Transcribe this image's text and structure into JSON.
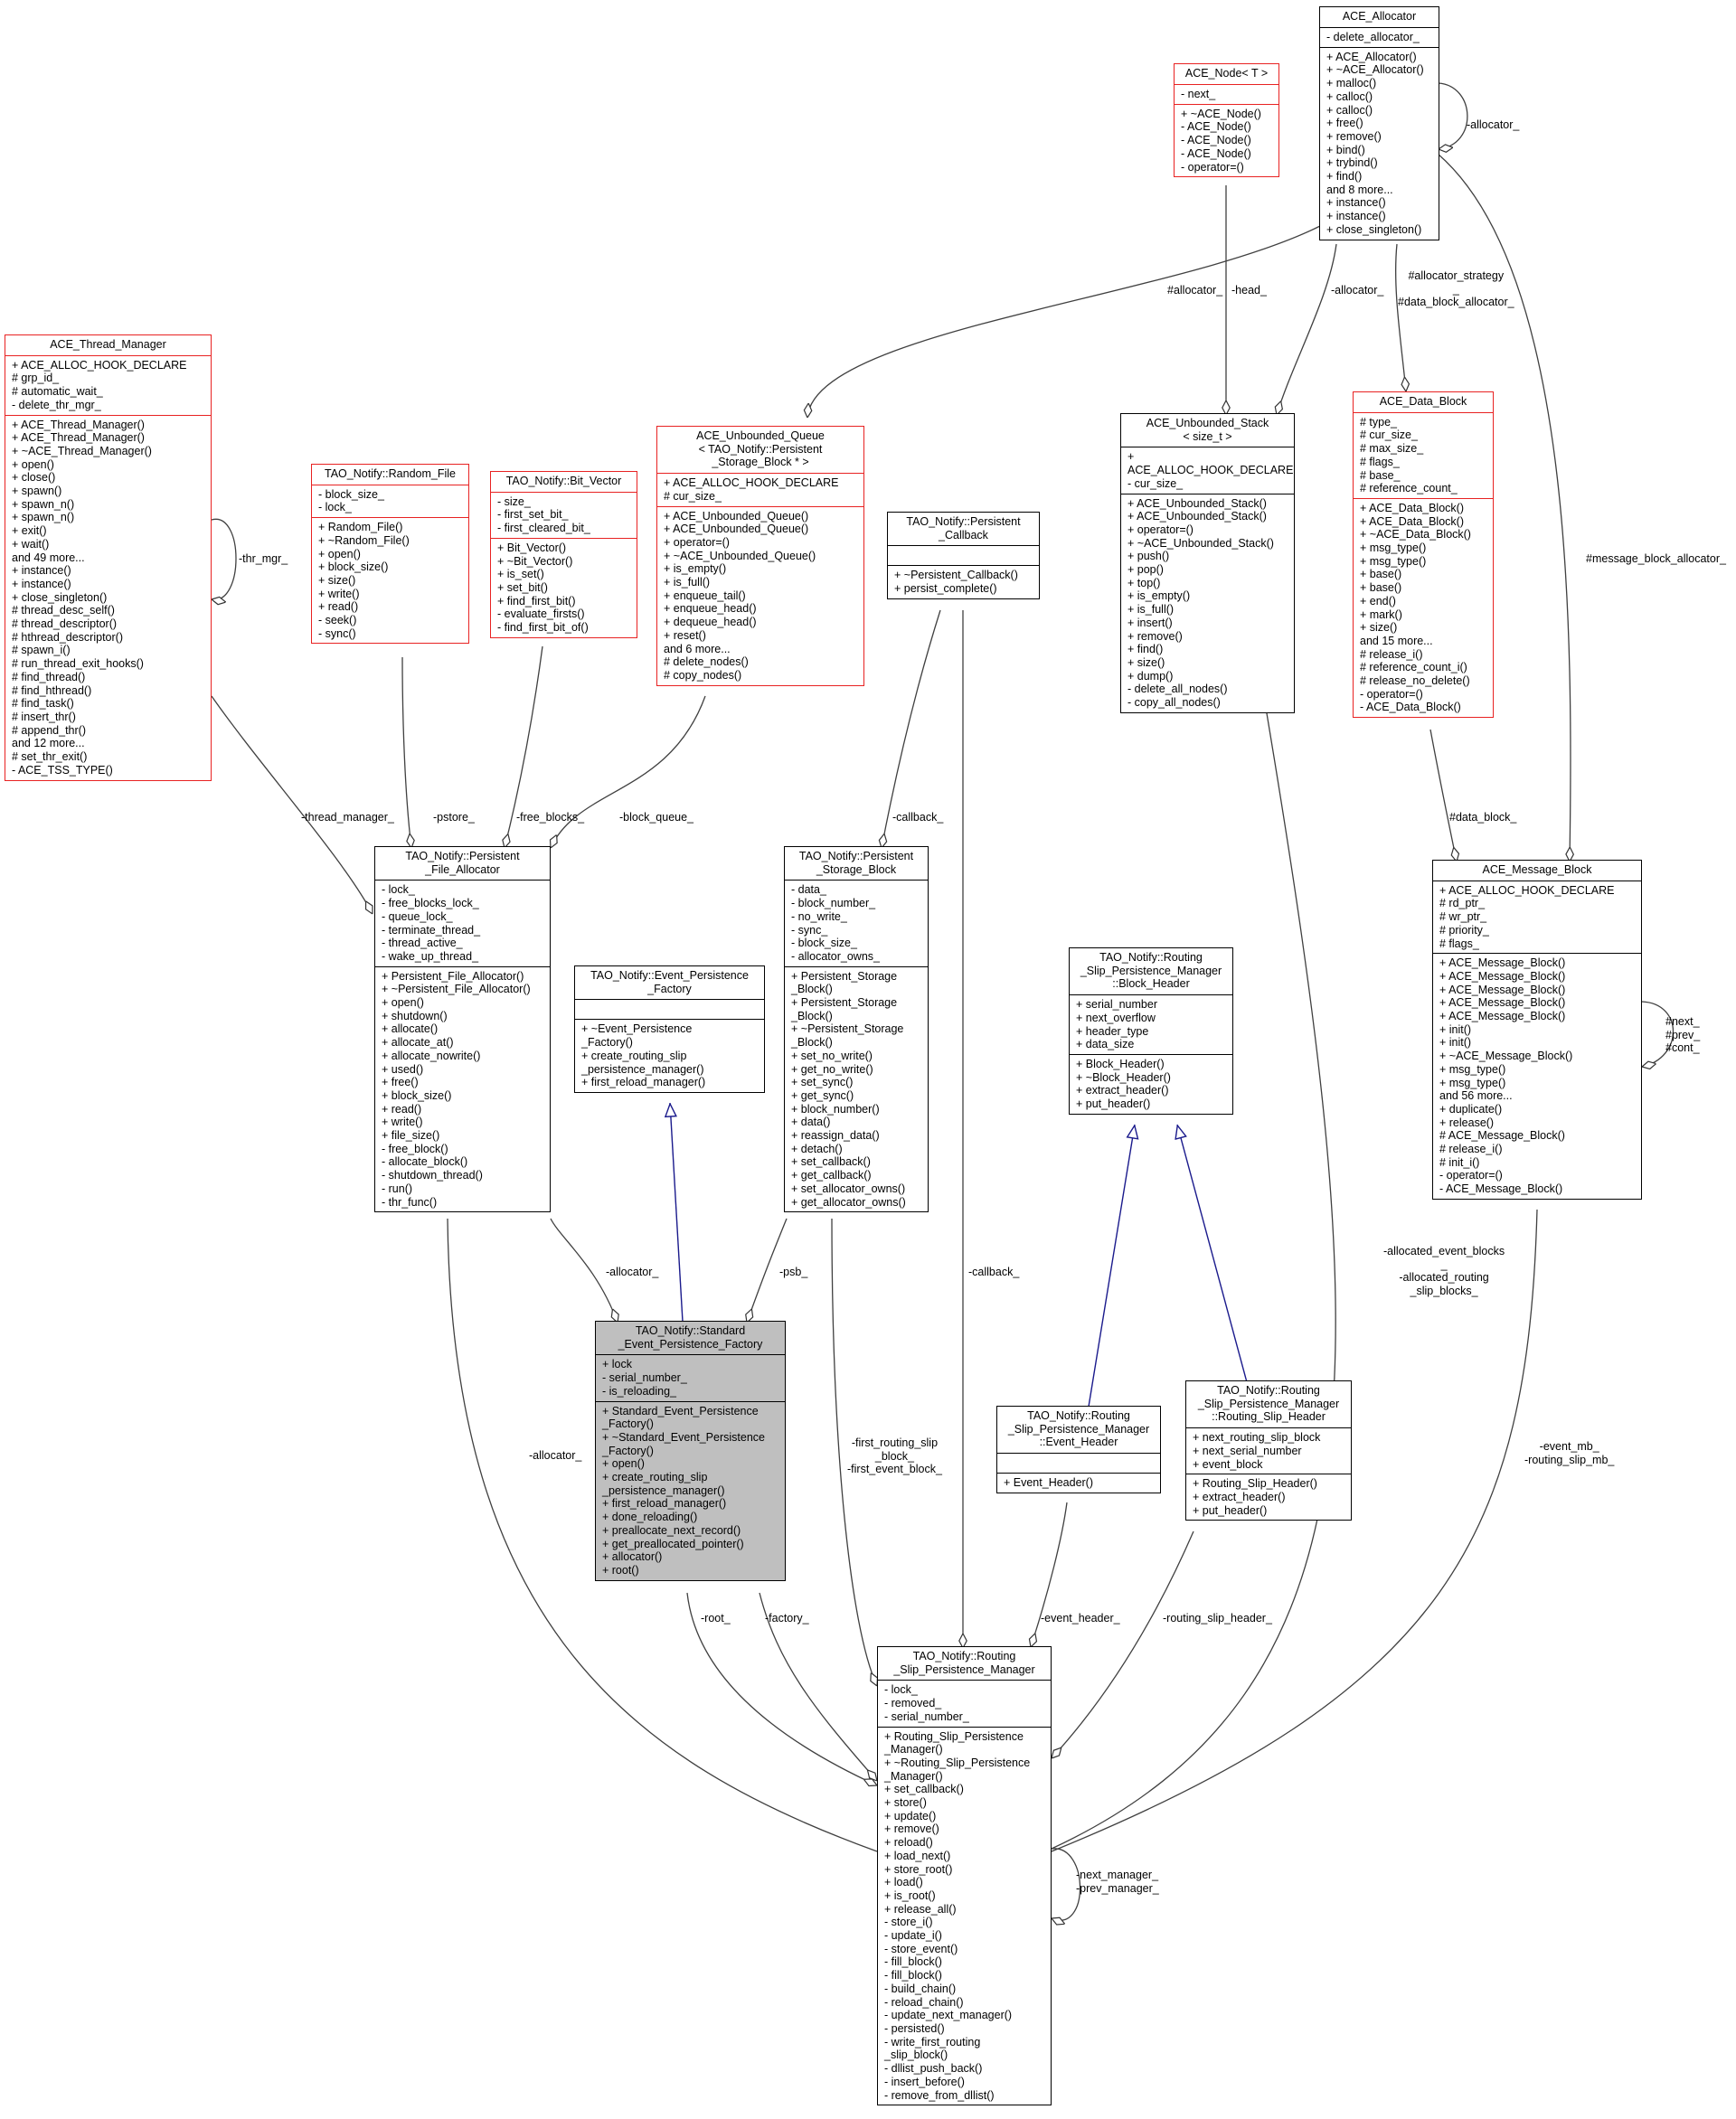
{
  "colors": {
    "regular": "#000000",
    "incomplete_border": "#e82222",
    "focus_fill": "#bfbfbf",
    "inheritance_edge": "#1a1a8c",
    "association_edge": "#404040"
  },
  "classes": {
    "ace_allocator": {
      "title": "ACE_Allocator",
      "attributes": [
        "- delete_allocator_"
      ],
      "methods": [
        "+ ACE_Allocator()",
        "+ ~ACE_Allocator()",
        "+ malloc()",
        "+ calloc()",
        "+ calloc()",
        "+ free()",
        "+ remove()",
        "+ bind()",
        "+ trybind()",
        "+ find()",
        "and 8 more...",
        "+ instance()",
        "+ instance()",
        "+ close_singleton()"
      ]
    },
    "ace_node": {
      "title": "ACE_Node< T >",
      "attributes": [
        "- next_"
      ],
      "methods": [
        "+ ~ACE_Node()",
        "- ACE_Node()",
        "- ACE_Node()",
        "- ACE_Node()",
        "- operator=()"
      ]
    },
    "ace_thread_manager": {
      "title": "ACE_Thread_Manager",
      "attributes": [
        "+ ACE_ALLOC_HOOK_DECLARE",
        "# grp_id_",
        "# automatic_wait_",
        "- delete_thr_mgr_"
      ],
      "methods": [
        "+ ACE_Thread_Manager()",
        "+ ACE_Thread_Manager()",
        "+ ~ACE_Thread_Manager()",
        "+ open()",
        "+ close()",
        "+ spawn()",
        "+ spawn_n()",
        "+ spawn_n()",
        "+ exit()",
        "+ wait()",
        "and 49 more...",
        "+ instance()",
        "+ instance()",
        "+ close_singleton()",
        "# thread_desc_self()",
        "# thread_descriptor()",
        "# hthread_descriptor()",
        "# spawn_i()",
        "# run_thread_exit_hooks()",
        "# find_thread()",
        "# find_hthread()",
        "# find_task()",
        "# insert_thr()",
        "# append_thr()",
        "and 12 more...",
        "# set_thr_exit()",
        "- ACE_TSS_TYPE()"
      ]
    },
    "random_file": {
      "title": "TAO_Notify::Random_File",
      "attributes": [
        "- block_size_",
        "- lock_"
      ],
      "methods": [
        "+ Random_File()",
        "+ ~Random_File()",
        "+ open()",
        "+ block_size()",
        "+ size()",
        "+ write()",
        "+ read()",
        "- seek()",
        "- sync()"
      ]
    },
    "bit_vector": {
      "title": "TAO_Notify::Bit_Vector",
      "attributes": [
        "- size_",
        "- first_set_bit_",
        "- first_cleared_bit_"
      ],
      "methods": [
        "+ Bit_Vector()",
        "+ ~Bit_Vector()",
        "+ is_set()",
        "+ set_bit()",
        "+ find_first_bit()",
        "- evaluate_firsts()",
        "- find_first_bit_of()"
      ]
    },
    "unbounded_queue": {
      "title": "ACE_Unbounded_Queue\n< TAO_Notify::Persistent\n_Storage_Block * >",
      "attributes": [
        "+ ACE_ALLOC_HOOK_DECLARE",
        "# cur_size_"
      ],
      "methods": [
        "+ ACE_Unbounded_Queue()",
        "+ ACE_Unbounded_Queue()",
        "+ operator=()",
        "+ ~ACE_Unbounded_Queue()",
        "+ is_empty()",
        "+ is_full()",
        "+ enqueue_tail()",
        "+ enqueue_head()",
        "+ dequeue_head()",
        "+ reset()",
        "and 6 more...",
        "# delete_nodes()",
        "# copy_nodes()"
      ]
    },
    "persistent_callback": {
      "title": "TAO_Notify::Persistent\n_Callback",
      "attributes": [],
      "methods": [
        "+ ~Persistent_Callback()",
        "+ persist_complete()"
      ]
    },
    "unbounded_stack": {
      "title": "ACE_Unbounded_Stack\n< size_t >",
      "attributes": [
        "+ ACE_ALLOC_HOOK_DECLARE",
        "- cur_size_"
      ],
      "methods": [
        "+ ACE_Unbounded_Stack()",
        "+ ACE_Unbounded_Stack()",
        "+ operator=()",
        "+ ~ACE_Unbounded_Stack()",
        "+ push()",
        "+ pop()",
        "+ top()",
        "+ is_empty()",
        "+ is_full()",
        "+ insert()",
        "+ remove()",
        "+ find()",
        "+ size()",
        "+ dump()",
        "- delete_all_nodes()",
        "- copy_all_nodes()"
      ]
    },
    "data_block": {
      "title": "ACE_Data_Block",
      "attributes": [
        "# type_",
        "# cur_size_",
        "# max_size_",
        "# flags_",
        "# base_",
        "# reference_count_"
      ],
      "methods": [
        "+ ACE_Data_Block()",
        "+ ACE_Data_Block()",
        "+ ~ACE_Data_Block()",
        "+ msg_type()",
        "+ msg_type()",
        "+ base()",
        "+ base()",
        "+ end()",
        "+ mark()",
        "+ size()",
        "and 15 more...",
        "# release_i()",
        "# reference_count_i()",
        "# release_no_delete()",
        "- operator=()",
        "- ACE_Data_Block()"
      ]
    },
    "file_allocator": {
      "title": "TAO_Notify::Persistent\n_File_Allocator",
      "attributes": [
        "- lock_",
        "- free_blocks_lock_",
        "- queue_lock_",
        "- terminate_thread_",
        "- thread_active_",
        "- wake_up_thread_"
      ],
      "methods": [
        "+ Persistent_File_Allocator()",
        "+ ~Persistent_File_Allocator()",
        "+ open()",
        "+ shutdown()",
        "+ allocate()",
        "+ allocate_at()",
        "+ allocate_nowrite()",
        "+ used()",
        "+ free()",
        "+ block_size()",
        "+ read()",
        "+ write()",
        "+ file_size()",
        "- free_block()",
        "- allocate_block()",
        "- shutdown_thread()",
        "- run()",
        "- thr_func()"
      ]
    },
    "storage_block": {
      "title": "TAO_Notify::Persistent\n_Storage_Block",
      "attributes": [
        "- data_",
        "- block_number_",
        "- no_write_",
        "- sync_",
        "- block_size_",
        "- allocator_owns_"
      ],
      "methods": [
        "+ Persistent_Storage\n_Block()",
        "+ Persistent_Storage\n_Block()",
        "+ ~Persistent_Storage\n_Block()",
        "+ set_no_write()",
        "+ get_no_write()",
        "+ set_sync()",
        "+ get_sync()",
        "+ block_number()",
        "+ data()",
        "+ reassign_data()",
        "+ detach()",
        "+ set_callback()",
        "+ get_callback()",
        "+ set_allocator_owns()",
        "+ get_allocator_owns()"
      ]
    },
    "event_persistence_factory": {
      "title": "TAO_Notify::Event_Persistence\n_Factory",
      "attributes": [],
      "methods": [
        "+ ~Event_Persistence\n_Factory()",
        "+ create_routing_slip\n_persistence_manager()",
        "+ first_reload_manager()"
      ]
    },
    "block_header": {
      "title": "TAO_Notify::Routing\n_Slip_Persistence_Manager\n::Block_Header",
      "attributes": [
        "+ serial_number",
        "+ next_overflow",
        "+ header_type",
        "+ data_size"
      ],
      "methods": [
        "+ Block_Header()",
        "+ ~Block_Header()",
        "+ extract_header()",
        "+ put_header()"
      ]
    },
    "message_block": {
      "title": "ACE_Message_Block",
      "attributes": [
        "+ ACE_ALLOC_HOOK_DECLARE",
        "# rd_ptr_",
        "# wr_ptr_",
        "# priority_",
        "# flags_"
      ],
      "methods": [
        "+ ACE_Message_Block()",
        "+ ACE_Message_Block()",
        "+ ACE_Message_Block()",
        "+ ACE_Message_Block()",
        "+ ACE_Message_Block()",
        "+ init()",
        "+ init()",
        "+ ~ACE_Message_Block()",
        "+ msg_type()",
        "+ msg_type()",
        "and 56 more...",
        "+ duplicate()",
        "+ release()",
        "# ACE_Message_Block()",
        "# release_i()",
        "# init_i()",
        "- operator=()",
        "- ACE_Message_Block()"
      ]
    },
    "standard_factory": {
      "title": "TAO_Notify::Standard\n_Event_Persistence_Factory",
      "attributes": [
        "+ lock",
        "- serial_number_",
        "- is_reloading_"
      ],
      "methods": [
        "+ Standard_Event_Persistence\n_Factory()",
        "+ ~Standard_Event_Persistence\n_Factory()",
        "+ open()",
        "+ create_routing_slip\n_persistence_manager()",
        "+ first_reload_manager()",
        "+ done_reloading()",
        "+ preallocate_next_record()",
        "+ get_preallocated_pointer()",
        "+ allocator()",
        "+ root()"
      ]
    },
    "event_header": {
      "title": "TAO_Notify::Routing\n_Slip_Persistence_Manager\n::Event_Header",
      "attributes": [],
      "methods": [
        "+ Event_Header()"
      ]
    },
    "routing_slip_header": {
      "title": "TAO_Notify::Routing\n_Slip_Persistence_Manager\n::Routing_Slip_Header",
      "attributes": [
        "+ next_routing_slip_block",
        "+ next_serial_number",
        "+ event_block"
      ],
      "methods": [
        "+ Routing_Slip_Header()",
        "+ extract_header()",
        "+ put_header()"
      ]
    },
    "persistence_manager": {
      "title": "TAO_Notify::Routing\n_Slip_Persistence_Manager",
      "attributes": [
        "- lock_",
        "- removed_",
        "- serial_number_"
      ],
      "methods": [
        "+ Routing_Slip_Persistence\n_Manager()",
        "+ ~Routing_Slip_Persistence\n_Manager()",
        "+ set_callback()",
        "+ store()",
        "+ update()",
        "+ remove()",
        "+ reload()",
        "+ load_next()",
        "+ store_root()",
        "+ load()",
        "+ is_root()",
        "+ release_all()",
        "- store_i()",
        "- update_i()",
        "- store_event()",
        "- fill_block()",
        "- fill_block()",
        "- build_chain()",
        "- reload_chain()",
        "- update_next_manager()",
        "- persisted()",
        "- write_first_routing\n_slip_block()",
        "- dllist_push_back()",
        "- insert_before()",
        "- remove_from_dllist()"
      ]
    }
  },
  "edge_labels": {
    "allocator_self": "-allocator_",
    "hash_allocator": "#allocator_",
    "head": "-head_",
    "stack_allocator": "-allocator_",
    "allocator_strategy": "#allocator_strategy\n_\n#data_block_allocator_",
    "message_block_allocator": "#message_block_allocator_",
    "thr_mgr": "-thr_mgr_",
    "thread_manager": "-thread_manager_",
    "pstore": "-pstore_",
    "free_blocks": "-free_blocks_",
    "block_queue": "-block_queue_",
    "callback_psb": "-callback_",
    "data_block": "#data_block_",
    "next_prev_cont": "#next_\n#prev_\n#cont_",
    "factory_allocator": "-allocator_",
    "psb": "-psb_",
    "callback_manager": "-callback_",
    "allocated_blocks": "-allocated_event_blocks\n_\n-allocated_routing\n_slip_blocks_",
    "event_mb": "-event_mb_\n-routing_slip_mb_",
    "manager_allocator": "-allocator_",
    "first_blocks": "-first_routing_slip\n_block_\n-first_event_block_",
    "root": "-root_",
    "factory": "-factory_",
    "event_header": "-event_header_",
    "routing_slip_header": "-routing_slip_header_",
    "next_prev_manager": "-next_manager_\n-prev_manager_"
  }
}
